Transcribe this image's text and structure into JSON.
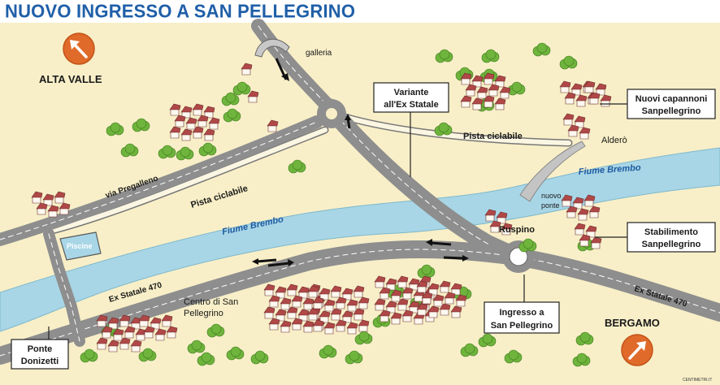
{
  "title": "NUOVO INGRESSO A SAN PELLEGRINO",
  "labels": {
    "galleria": "galleria",
    "alta_valle": "ALTA VALLE",
    "variante": [
      "Variante",
      "all'Ex Statale"
    ],
    "nuovi_capannoni": [
      "Nuovi capannoni",
      "Sanpellegrino"
    ],
    "pista_ciclabile_top": "Pista ciclabile",
    "aldero": "Alderò",
    "fiume_brembo_right": "Fiume Brembo",
    "via_pregalleno": "via Pregalleno",
    "pista_ciclabile_left": "Pista ciclabile",
    "nuovo_ponte": [
      "nuovo",
      "ponte"
    ],
    "ruspino": "Ruspino",
    "stabilimento": [
      "Stabilimento",
      "Sanpellegrino"
    ],
    "fiume_brembo_center": "Fiume Brembo",
    "piscine": "Piscine",
    "ex_statale_left": "Ex Statale 470",
    "centro": [
      "Centro di San",
      "Pellegrino"
    ],
    "ex_statale_right": "Ex Statale 470",
    "ingresso": [
      "Ingresso a",
      "San Pellegrino"
    ],
    "bergamo": "BERGAMO",
    "ponte_donizetti": [
      "Ponte",
      "Donizetti"
    ],
    "credit": "CENTIMETRI.IT"
  },
  "icons": {
    "alta_valle_arrow": "arrow-up-left-icon",
    "bergamo_arrow": "arrow-up-right-icon"
  },
  "colors": {
    "title": "#1f5fa8",
    "land": "#f8efc8",
    "river": "#a8d6e6",
    "road": "#8e8e8e",
    "roof": "#b04848",
    "tree": "#6fb43c",
    "direction_badge": "#e06a2a"
  }
}
